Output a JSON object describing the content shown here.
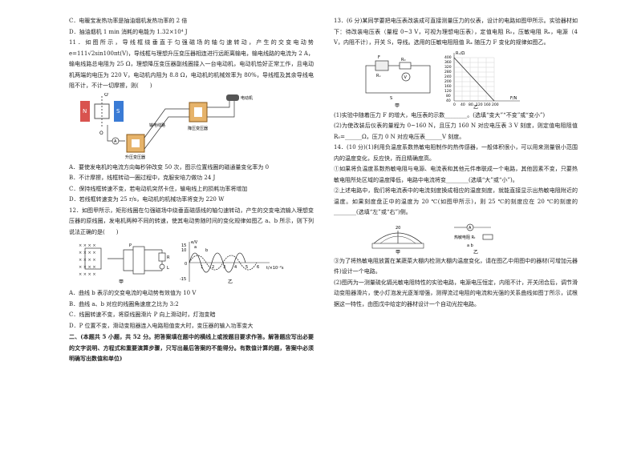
{
  "left": {
    "q10_c": "C．电暖宝发热功率是抽油烟机发热功率的 2 倍",
    "q10_d": "D．抽油烟机 1 min 消耗的电能为 1.32×10⁴ J",
    "q11_stem": "11．如图所示，导线框绕垂直于匀强磁场的轴匀速转动，产生的交变电动势 e=111√2sin100πt(V)，导线框与理想升压变压器相连进行远距离输电，输电线路的电流为 2 A，输电线路总电阻为 25 Ω，理想降压变压器副线圈接入一台电动机，电动机恰好正常工作，且电动机两端的电压为 220 V，电动机内阻为 8.8 Ω，电动机的机械效率为 80%，导线框及其余导线电阻不计，不计一切摩擦，则(　　)",
    "q11_fig": {
      "motor": "电动机",
      "step_up": "升压变压器",
      "step_down": "降压变压器",
      "line": "输电线路",
      "n": "N",
      "s": "S",
      "o": "O",
      "a": "A",
      "o2": "O′"
    },
    "q11_options": [
      "A．要使发电机的电流方向每秒钟改变 50 次，图示位置线圈的磁通量变化率为 0",
      "B．不计摩擦，线框转动一圈过程中，克服安培力做功 24 J",
      "C．保持线框转速不变，若电动机突然卡住，输电线上的损耗功率将增加",
      "D．若线框转速变为 25 r/s，电动机的机械功率将变为 220 W"
    ],
    "q12_stem": "12．如图甲所示，矩形线圈在匀强磁场中绕垂直磁感线的轴匀速转动，产生的交变电流输入理想变压器的原线圈，发电机两种不同的转速，使其电动势随时间的变化规律如图乙 a、b 所示，则下列说法正确的是(　　)",
    "q12_fig": {
      "jia": "甲",
      "yi": "乙",
      "ylabel": "e/V",
      "xlabel": "t/×10⁻²s",
      "y_top": "15",
      "y_mid": "10",
      "y_zero": "0",
      "y_neg": "-15",
      "curve_a": "a",
      "curve_b": "b",
      "t1": "1",
      "t2": "2",
      "t3": "3",
      "t4": "4",
      "t5": "5",
      "t6": "6",
      "p": "P",
      "r": "R",
      "l": "L"
    },
    "q12_options": [
      "A．曲线 b 表示的交变电流的电动势有效值为 10 V",
      "B．曲线 a、b 对应的线圈角速度之比为 3:2",
      "C．线圈转速不变，将原线圈滑片 P 向上滑动时，灯泡变暗",
      "D．P 位置不变，滑动变阻器连入电路阻值变大时，变压器的输入功率变大"
    ],
    "section2": "二、(本题共 5 小题，共 52 分。把答案填在题中的横线上或按题目要求作答。解答题应写出必要的文字说明、方程式和重要演算步骤，只写出最后答案的不能得分。有数值计算的题，答案中必须明确写出数值和单位)"
  },
  "right": {
    "q13_stem": "13．(6 分)某同学要把电压表改装成可直接测量压力的仪表，设计的电路如图甲所示。实验器材如下：待改装电压表（量程 0~3 V，可视为理想电压表），定值电阻 R₀，压敏电阻 Rₓ，电源（4 V，内阻不计），开关 S，导线。选用的压敏电阻阻值 Rₓ 随压力 F 变化的规律如图乙。",
    "q13_fig": {
      "jia": "甲",
      "yi": "乙",
      "ylabel": "Rₓ/Ω",
      "xlabel": "F/N",
      "yticks": [
        "400",
        "360",
        "320",
        "280",
        "240",
        "200",
        "160",
        "120",
        "80",
        "40"
      ],
      "xticks": [
        "0",
        "40",
        "80",
        "120",
        "160",
        "200"
      ],
      "f": "F",
      "rx": "Rₓ",
      "r0": "R₀",
      "v": "V",
      "s": "S"
    },
    "q13_1": "(1)实验中随着压力 F 的增大，电压表的示数________。(选填“变大”“不变”或“变小”)",
    "q13_2": "(2)为使改装后仪表的量程为 0~160 N，且压力 160 N 对应电压表 3 V 刻度，则定值电阻阻值 R₀=______Ω，压力 0 N 对应电压表______V 刻度。",
    "q14_stem": "14．(10 分)(1)利用负温度系数热敏电阻制作的热传感器，一般体积很小，可以用来测量很小范围内的温度变化，反应快，而且精确度高。",
    "q14_a": "①如果将负温度系数热敏电阻与电源、电流表和其他元件串联成一个电路，其他因素不变，只要热敏电阻所处区域的温度降低，电路中电流将变________(选填“大”或“小”)。",
    "q14_b": "②上述电路中，我们将电流表中的电流刻度换成相应的温度刻度，就能直接显示出热敏电阻附近的温度。如果刻度盘正中的温度为 20 ℃(如图甲所示)，则 25 ℃的刻度应在 20 ℃的刻度的________(选填“左”或“右”)侧。",
    "q14_fig": {
      "jia": "甲",
      "yi": "乙",
      "scale": "20",
      "label_a": "A",
      "rt": "热敏电阻 Rₜ",
      "ab": "a b"
    },
    "q14_c": "③为了将热敏电阻放置在某蔬菜大棚内检测大棚内温度变化，请在图乙中用图中的器材(可增加元器件)设计一个电路。",
    "q14_d": "(2)图丙为一测量硫化镉光敏电阻特性的实验电路，电源电压恒定，内阻不计，开关闭合后，调节滑动变阻器滑片，使小灯泡发光逐渐增强，测得流过电阻的电流和光强的关系曲线如图丁所示，试根据这一特性，由图戊中给定的器材设计一个自动光控电路。"
  }
}
